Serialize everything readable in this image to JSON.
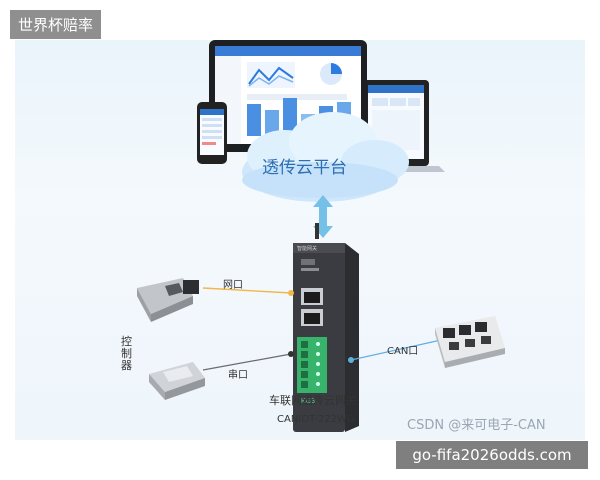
{
  "header_badge": "世界杯赔率",
  "footer_badge": "go-fifa2026odds.com",
  "cloud_label": "透传云平台",
  "device": {
    "name_cn": "车联网透传云网关",
    "model": "CANIOT-222WG",
    "brand_small": "智能网关",
    "badge": "KG3"
  },
  "ports": {
    "network": "网口",
    "serial": "串口",
    "can": "CAN口"
  },
  "controller_label": "控制器",
  "watermark": "CSDN @来可电子-CAN"
}
